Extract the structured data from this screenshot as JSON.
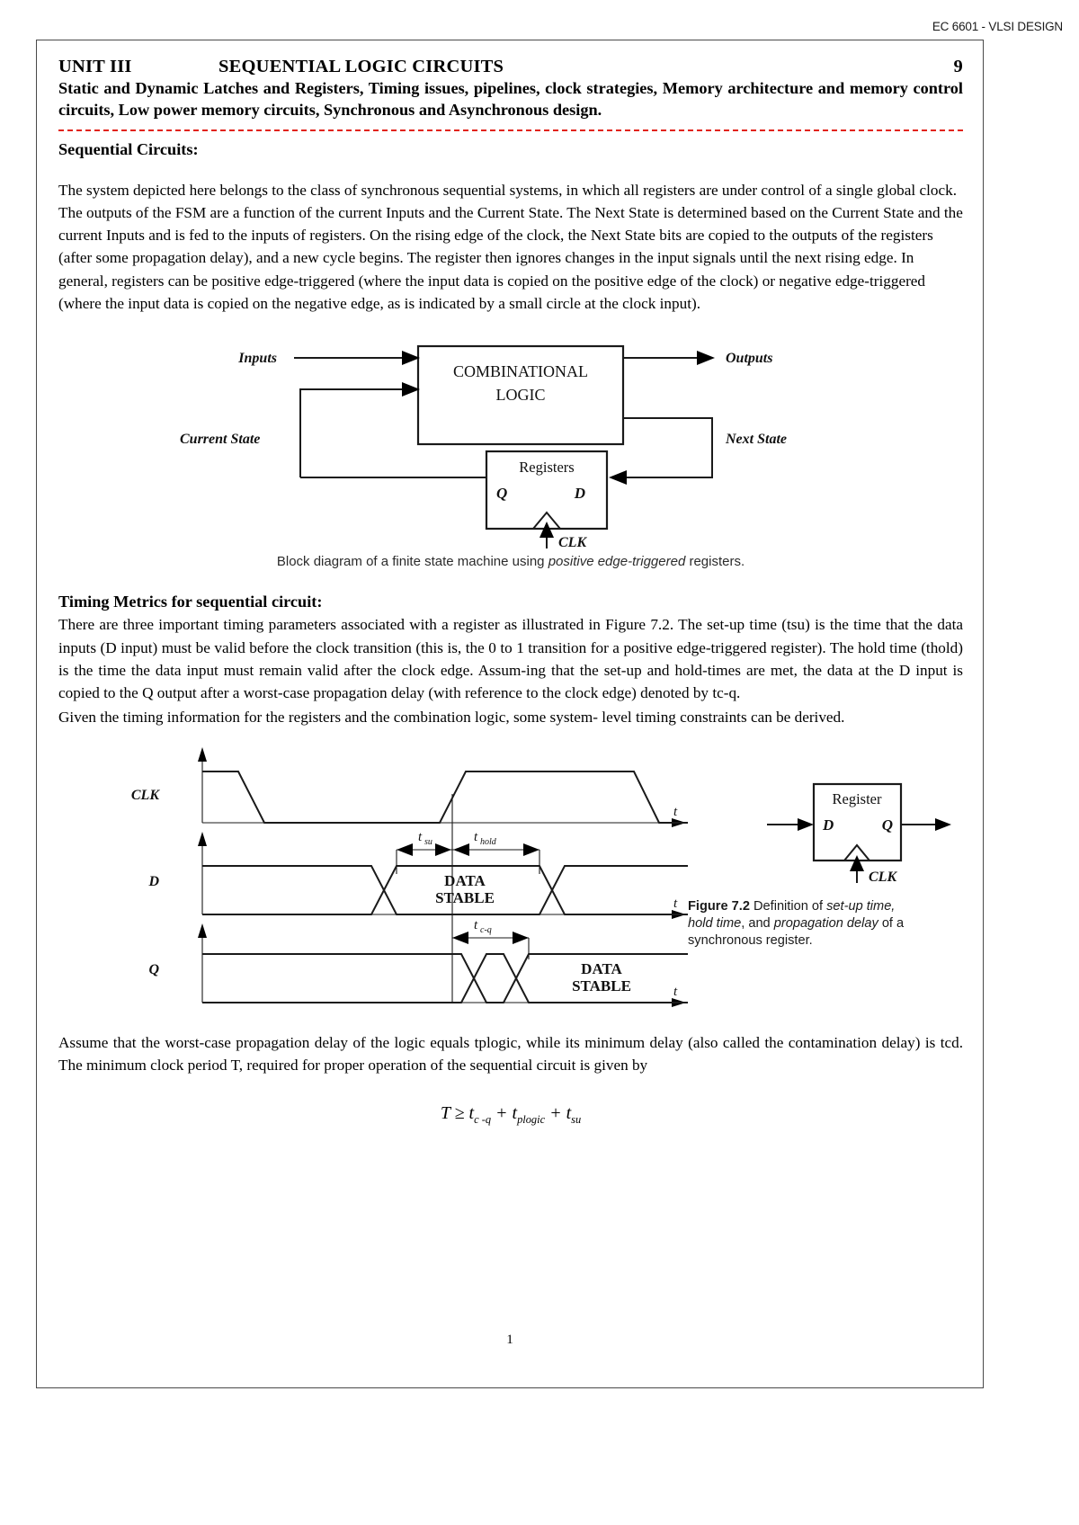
{
  "header": {
    "course_code": "EC 6601 - VLSI DESIGN"
  },
  "unit": {
    "label": "UNIT III",
    "title": "SEQUENTIAL LOGIC CIRCUITS",
    "hours": "9",
    "syllabus": "Static and Dynamic Latches and Registers, Timing issues, pipelines, clock strategies, Memory architecture and memory control circuits, Low power memory circuits, Synchronous and Asynchronous design."
  },
  "sections": {
    "sequential_circuits_heading": "Sequential Circuits:",
    "intro_paragraph": "The system depicted here belongs to the class of synchronous sequential systems, in which all registers are under control of a single global clock. The outputs of the FSM are a function of the current Inputs and the Current State. The Next State is determined based on the Current State and the current Inputs and is fed to the inputs of registers. On the rising edge of the clock, the Next State bits are copied to the outputs of the registers (after some propagation delay), and a new cycle begins. The register then ignores changes in the input signals until the next rising edge. In general, registers can be positive edge-triggered (where the input data is copied on the positive edge of the clock) or negative edge-triggered (where the input data is copied on the negative edge, as is indicated by a small circle at the clock input).",
    "timing_metrics_heading": "Timing Metrics for sequential circuit:",
    "timing_paragraph_1": "There are three important timing parameters associated with a register as illustrated in Figure 7.2. The set-up time (tsu) is the time that the data inputs (D input) must be valid before the clock transition (this is, the 0 to 1 transition for a positive edge-triggered register). The hold time (thold) is the time the data input must remain valid after the clock edge. Assum-ing that the set-up and hold-times are met, the data at the D input is copied to the Q output after a worst-case propagation delay (with reference to the clock edge) denoted by tc-q.",
    "timing_paragraph_2": "Given the timing information for the registers and the combination logic, some system- level timing constraints can be derived.",
    "closing_paragraph": "Assume that the worst-case propagation delay of the logic equals tplogic, while its minimum delay (also called the contamination delay) is tcd. The minimum clock period T, required for proper operation of the sequential circuit is given by"
  },
  "fsm_diagram": {
    "combinational_logic_line1": "COMBINATIONAL",
    "combinational_logic_line2": "LOGIC",
    "inputs_label": "Inputs",
    "outputs_label": "Outputs",
    "current_state_label": "Current State",
    "next_state_label": "Next State",
    "registers_label": "Registers",
    "q_label": "Q",
    "d_label": "D",
    "clk_label": "CLK",
    "caption_part1": "Block diagram of a finite state machine using ",
    "caption_italic": "positive edge-triggered",
    "caption_part2": " registers."
  },
  "timing_diagram": {
    "clk_label": "CLK",
    "d_label": "D",
    "q_label": "Q",
    "t_axis_label": "t",
    "tsu_label": "t",
    "tsu_sub": "su",
    "thold_label": "t",
    "thold_sub": "hold",
    "tcq_label": "t",
    "tcq_sub": "c-q",
    "data_stable_line1": "DATA",
    "data_stable_line2": "STABLE",
    "register_box_label": "Register",
    "register_d": "D",
    "register_q": "Q",
    "register_clk": "CLK"
  },
  "figure_72": {
    "number": "Figure 7.2",
    "text_1": " Definition of ",
    "italic_1": "set-up time, hold time",
    "text_2": ", and ",
    "italic_2": "propagation delay",
    "text_3": " of a synchronous register."
  },
  "formula": {
    "lhs": "T ≥ t",
    "sub1": "c -q",
    "plus1": " + t",
    "sub2": "plogic",
    "plus2": " + t",
    "sub3": "su"
  },
  "footer": {
    "page_number": "1"
  },
  "colors": {
    "rule_red": "#e2231a",
    "ink": "#1a1a1a",
    "caption_gray": "#2b2b2b"
  }
}
